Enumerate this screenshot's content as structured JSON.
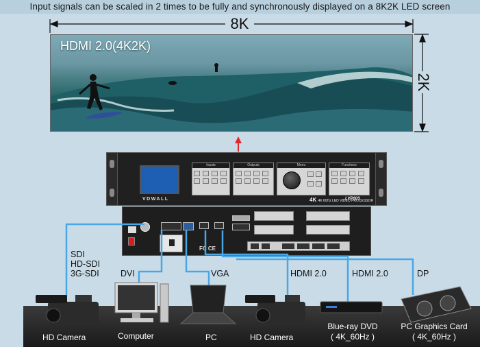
{
  "headline": "Input signals can be scaled in 2 times to be fully and synchronously displayed on a 8K2K LED screen",
  "dimensions": {
    "width": "8K",
    "height": "2K"
  },
  "screen": {
    "label": "HDMI 2.0(4K2K)"
  },
  "device": {
    "brand": "VDWALL",
    "badge": "4K",
    "model": "LVP609",
    "subtitle": "4K 60Hz LED VIDEO PROCESSOR",
    "sections": [
      "Inputs",
      "Outputs",
      "Menu",
      "Functions"
    ]
  },
  "connections": {
    "sdi": [
      "SDI",
      "HD-SDI",
      "3G-SDI"
    ],
    "dvi": "DVI",
    "vga": "VGA",
    "hdmi_a": "HDMI 2.0",
    "hdmi_b": "HDMI 2.0",
    "dp": "DP"
  },
  "sources": {
    "hd_camera_1": "HD Camera",
    "computer": "Computer",
    "pc": "PC",
    "hd_camera_2": "HD Camera",
    "bluray": {
      "name": "Blue-ray DVD",
      "spec": "( 4K_60Hz )"
    },
    "gpu": {
      "name": "PC Graphics Card",
      "spec": "( 4K_60Hz )"
    }
  },
  "colors": {
    "cable": "#4aa7e6",
    "arrow": "#e4262b",
    "background": "#c9dbe7"
  }
}
